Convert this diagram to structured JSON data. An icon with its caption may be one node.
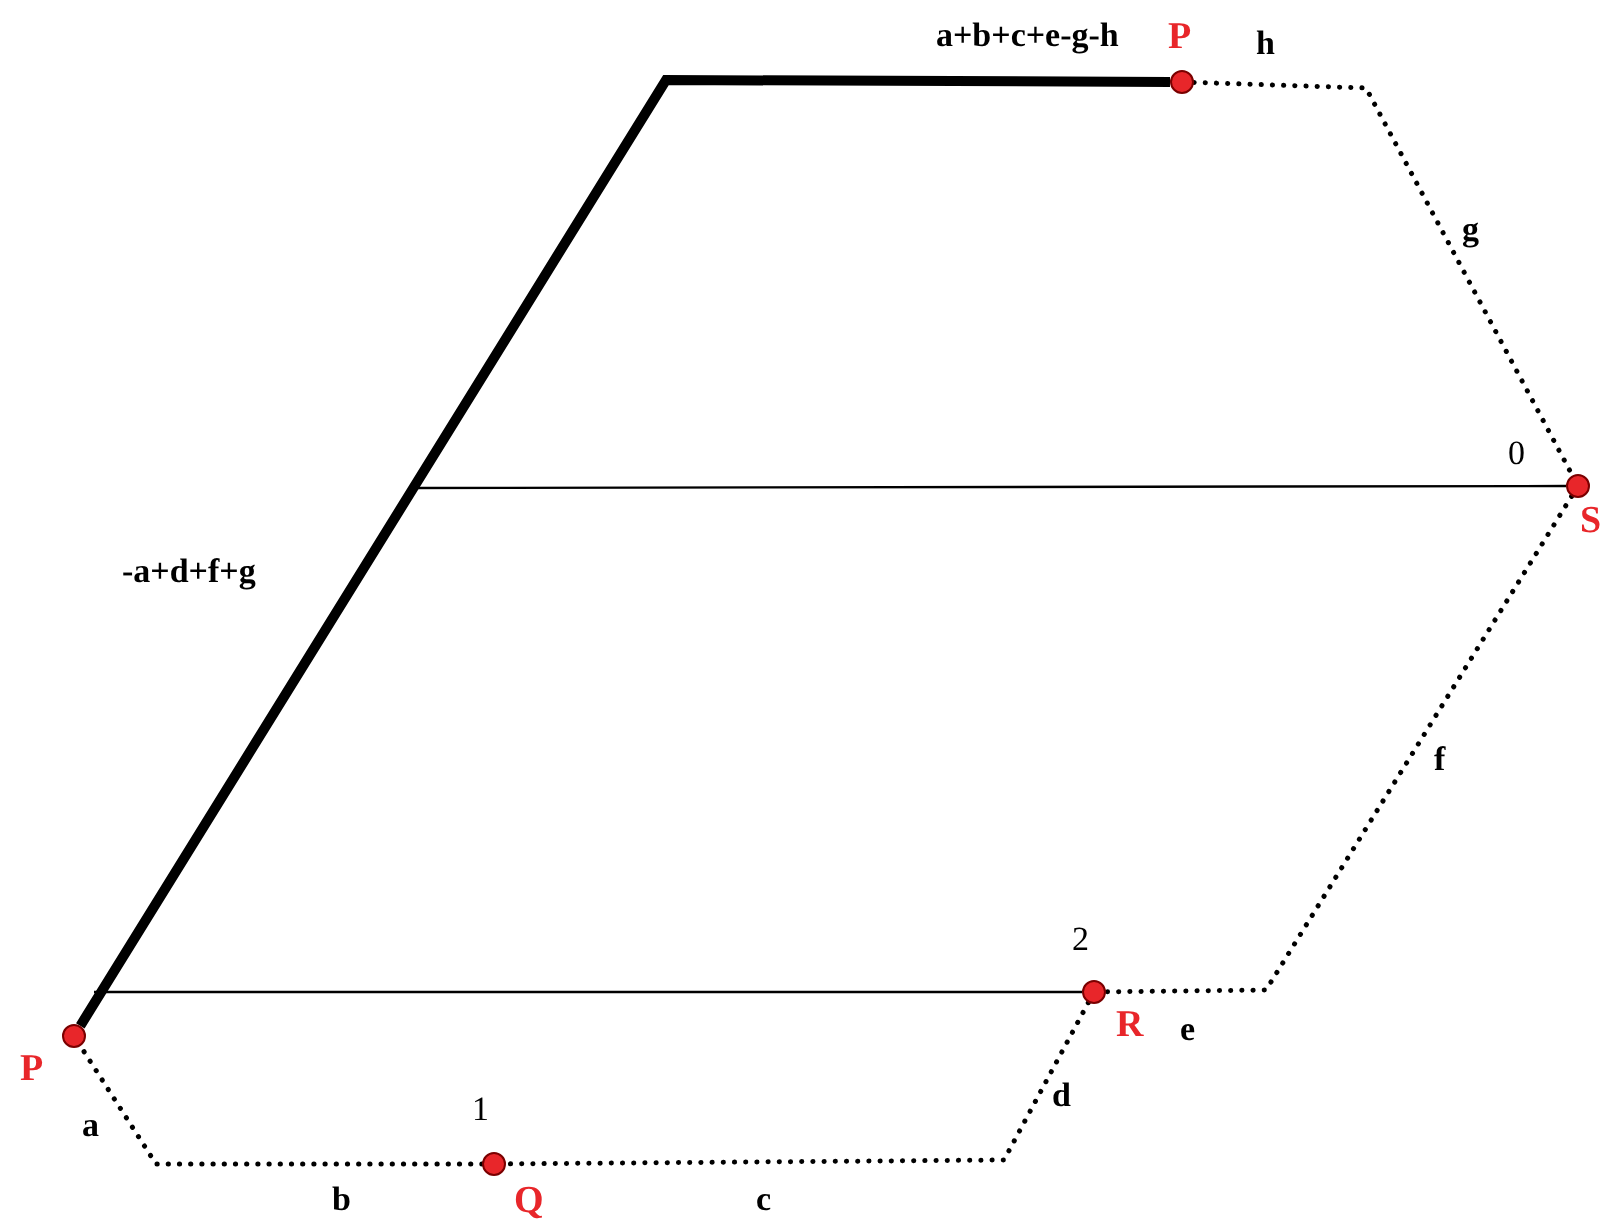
{
  "diagram": {
    "nodes": [
      {
        "text": [
          "P"
        ]
      },
      {
        "text": [
          "S"
        ],
        "beside": [
          "0"
        ]
      },
      {
        "text": [
          "R"
        ],
        "beside": [
          "2"
        ]
      },
      {
        "text": [
          "P"
        ]
      },
      {
        "text": [
          "Q"
        ],
        "beside": [
          "1"
        ]
      }
    ],
    "edges": [
      {
        "from": 0,
        "to": 1,
        "arrow": "none",
        "style": "dashed"
      },
      {
        "from": 1,
        "to": 2,
        "arrow": "none",
        "style": "dashed"
      },
      {
        "from": 2,
        "to": 4,
        "arrow": "none",
        "style": "dashed"
      },
      {
        "from": 4,
        "to": 3,
        "arrow": "none",
        "style": "dashed"
      },
      {
        "from": 0,
        "to": 3,
        "arrow": "none",
        "style": "thick"
      },
      {
        "from": null,
        "to": 1,
        "arrow": "none"
      },
      {
        "from": null,
        "to": 2,
        "arrow": "none"
      }
    ],
    "labels": [
      "a+b+c+e-g-h",
      "h",
      "g",
      "-a+d+f+g",
      "f",
      "e",
      "d",
      "a",
      "b",
      "c"
    ]
  }
}
